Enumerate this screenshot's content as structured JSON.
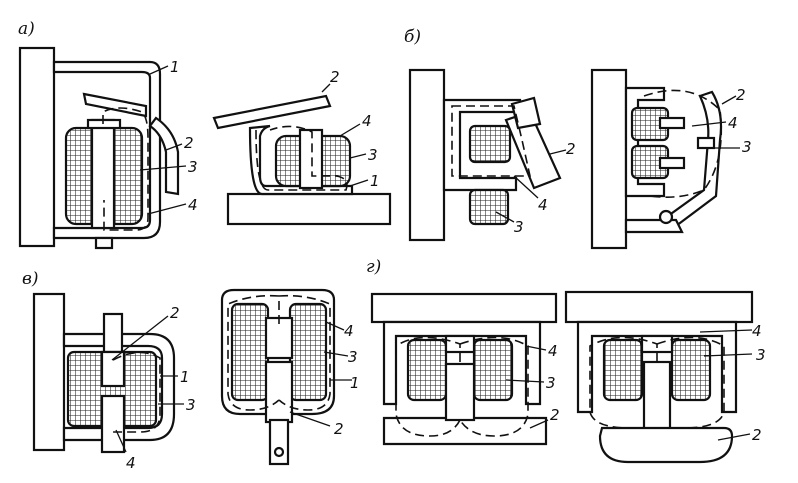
{
  "panels": {
    "a": {
      "label": "а)"
    },
    "b": {
      "label": "б)"
    },
    "v": {
      "label": "в)"
    },
    "g": {
      "label": "г)"
    }
  },
  "numbers": {
    "a1": {
      "n1": "1",
      "n2": "2",
      "n3": "3",
      "n4": "4"
    },
    "a2": {
      "n1": "1",
      "n2": "2",
      "n3": "3",
      "n4": "4"
    },
    "b1": {
      "n2": "2",
      "n3": "3",
      "n4": "4"
    },
    "b2": {
      "n2": "2",
      "n3": "3",
      "n4": "4"
    },
    "v1": {
      "n1": "1",
      "n2": "2",
      "n3": "3",
      "n4": "4"
    },
    "v2": {
      "n1": "1",
      "n2": "2",
      "n3": "3",
      "n4": "4"
    },
    "g1": {
      "n2": "2",
      "n3": "3",
      "n4": "4"
    },
    "g2": {
      "n2": "2",
      "n3": "3",
      "n4": "4"
    }
  }
}
